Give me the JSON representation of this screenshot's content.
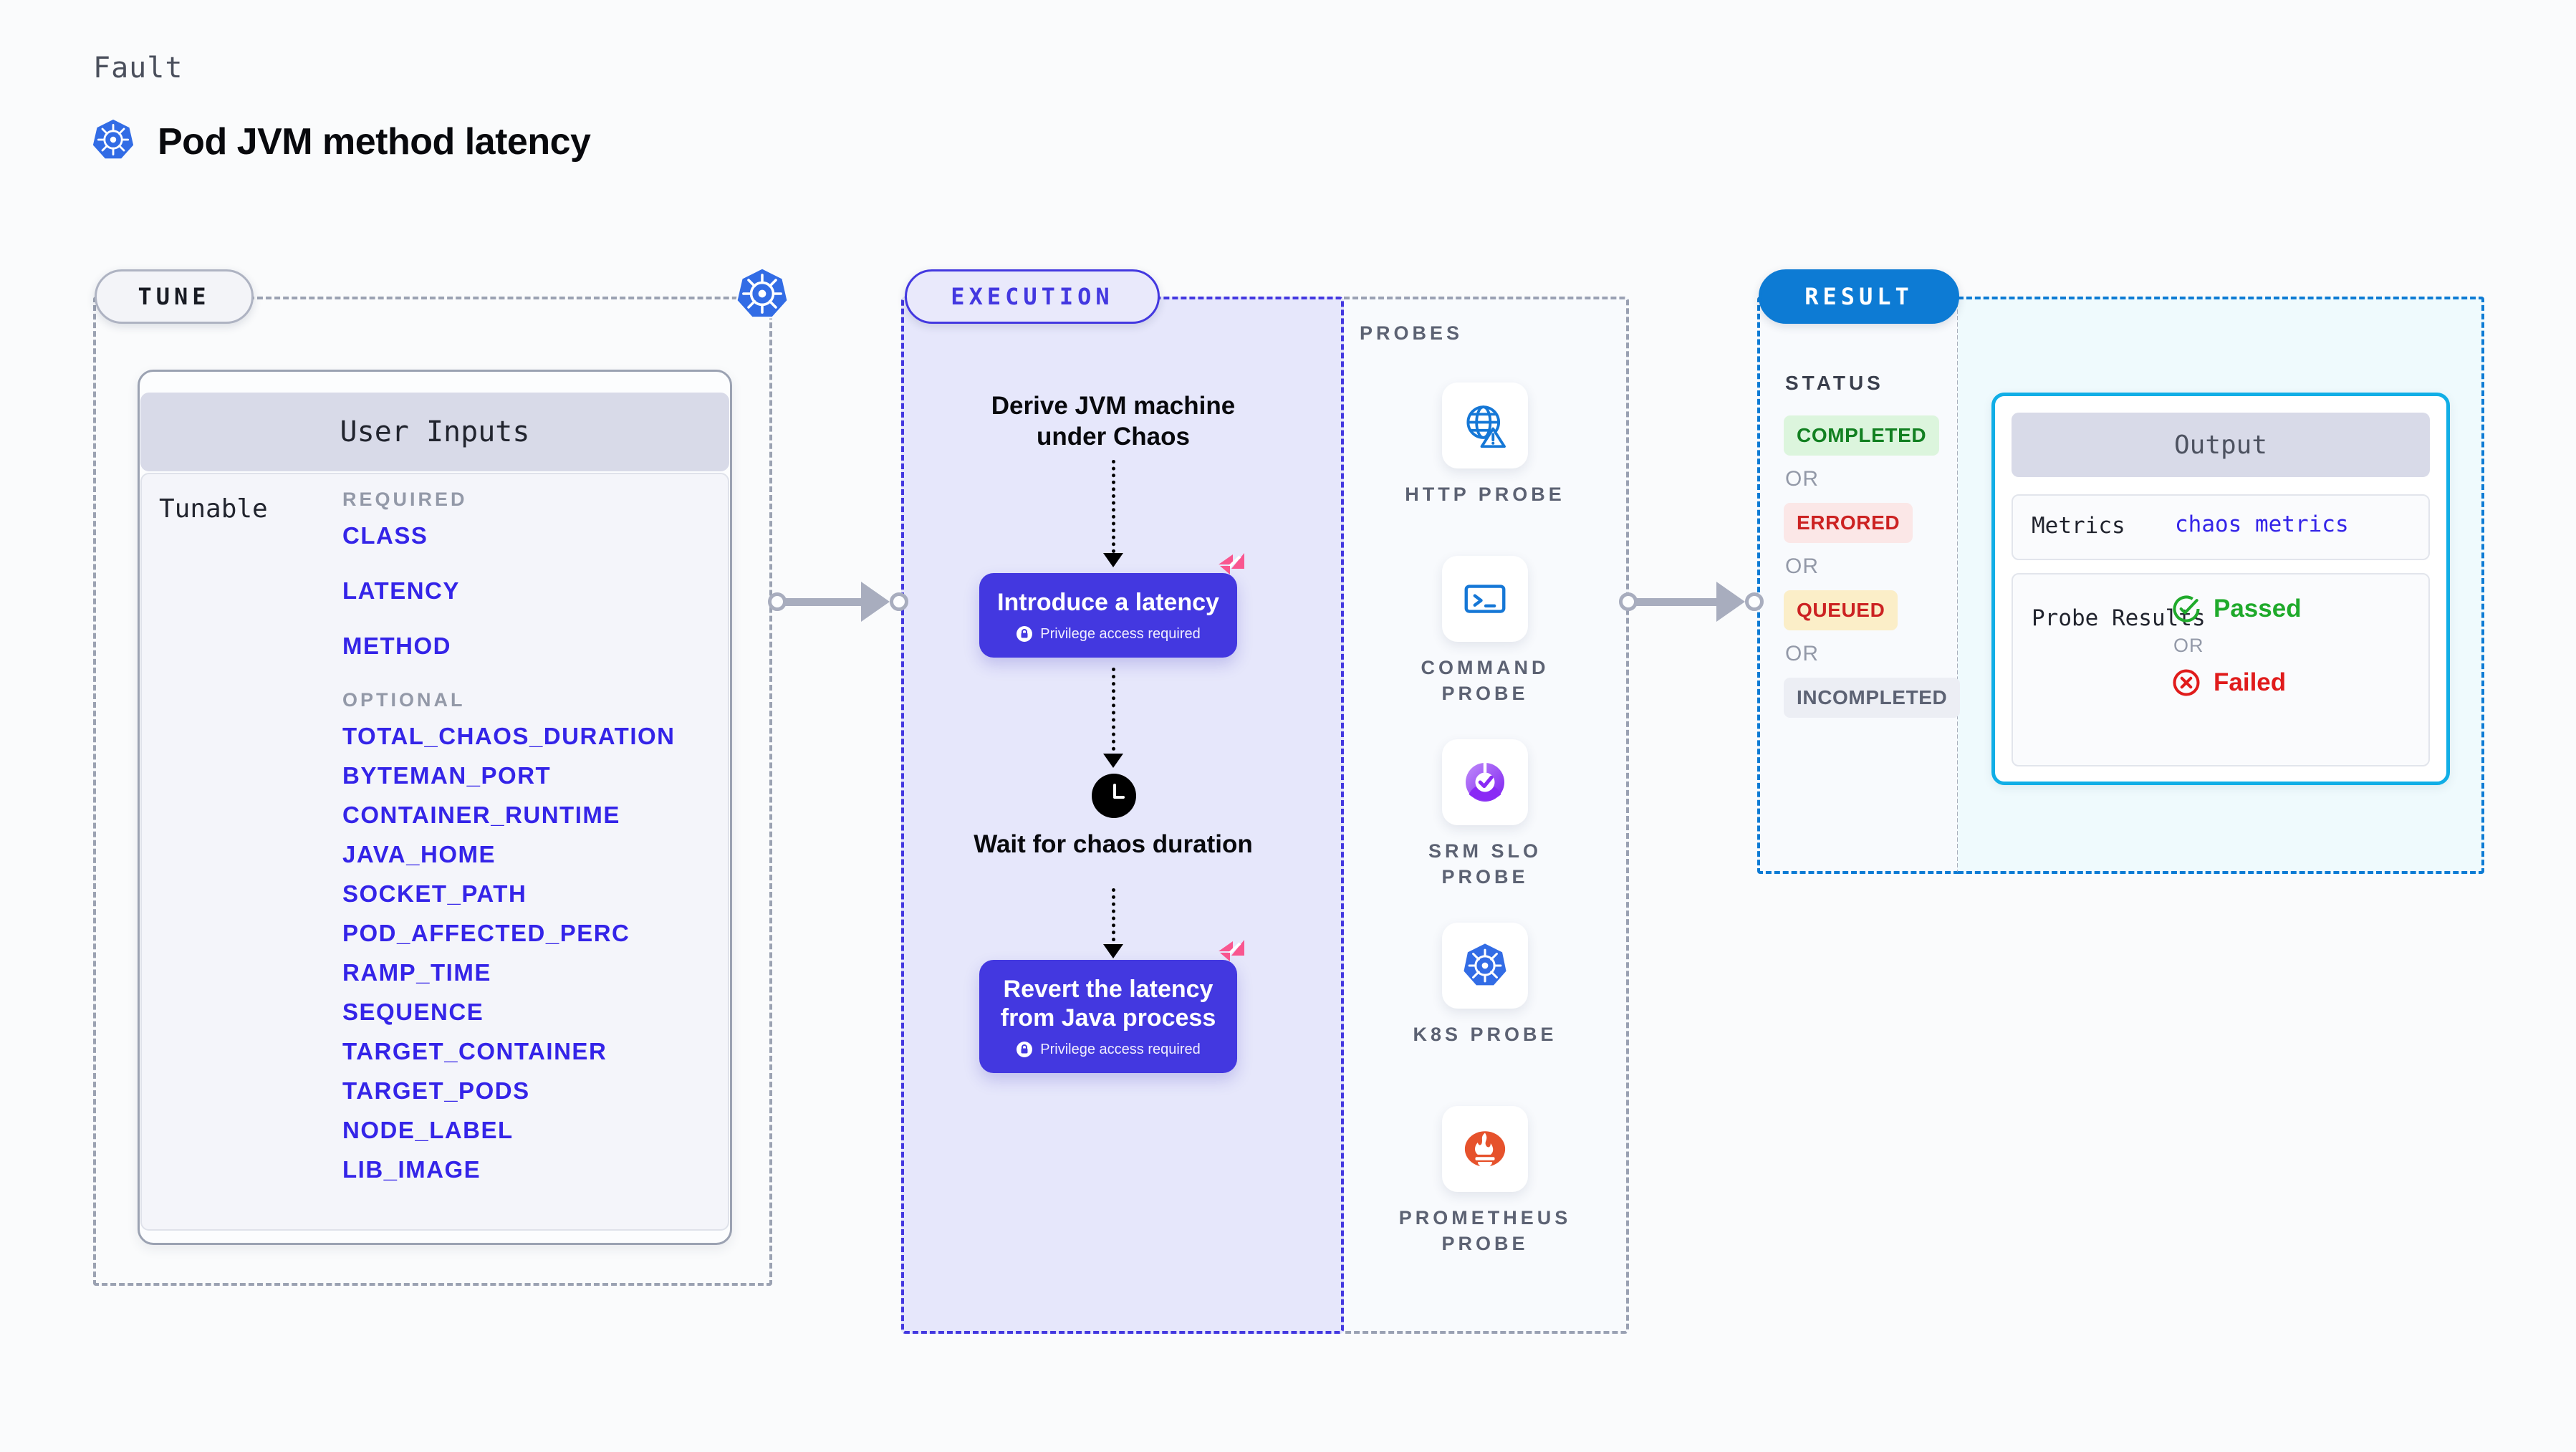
{
  "header": {
    "kicker": "Fault",
    "title": "Pod JVM method latency",
    "logo_icon": "kubernetes-icon"
  },
  "tune": {
    "pill_label": "TUNE",
    "badge_icon": "kubernetes-icon",
    "card_header": "User Inputs",
    "tunable_label": "Tunable",
    "groups": [
      {
        "title": "REQUIRED",
        "items": [
          "CLASS",
          "LATENCY",
          "METHOD"
        ]
      },
      {
        "title": "OPTIONAL",
        "items": [
          "TOTAL_CHAOS_DURATION",
          "BYTEMAN_PORT",
          "CONTAINER_RUNTIME",
          "JAVA_HOME",
          "SOCKET_PATH",
          "POD_AFFECTED_PERC",
          "RAMP_TIME",
          "SEQUENCE",
          "TARGET_CONTAINER",
          "TARGET_PODS",
          "NODE_LABEL",
          "LIB_IMAGE"
        ]
      }
    ]
  },
  "execution": {
    "pill_label": "EXECUTION",
    "step1_text": "Derive JVM machine under Chaos",
    "node1": {
      "title": "Introduce a latency",
      "subtitle": "Privilege access required",
      "lock_icon": "lock-icon",
      "corner_icon": "litmus-logo-icon"
    },
    "wait_text": "Wait for chaos duration",
    "wait_icon": "clock-icon",
    "node2": {
      "title": "Revert the latency from Java process",
      "subtitle": "Privilege access required",
      "lock_icon": "lock-icon",
      "corner_icon": "litmus-logo-icon"
    }
  },
  "probes": {
    "label": "PROBES",
    "items": [
      {
        "name": "HTTP PROBE",
        "icon": "globe-warning-icon"
      },
      {
        "name": "COMMAND PROBE",
        "icon": "terminal-icon"
      },
      {
        "name": "SRM SLO PROBE",
        "icon": "slo-gauge-icon"
      },
      {
        "name": "K8S PROBE",
        "icon": "kubernetes-icon"
      },
      {
        "name": "PROMETHEUS PROBE",
        "icon": "prometheus-icon"
      }
    ]
  },
  "result": {
    "pill_label": "RESULT",
    "status_label": "STATUS",
    "or_label": "OR",
    "statuses": [
      {
        "label": "COMPLETED",
        "color": "#128021",
        "bg": "#dcf5dd"
      },
      {
        "label": "ERRORED",
        "color": "#cc2222",
        "bg": "#fbe7e7"
      },
      {
        "label": "QUEUED",
        "color": "#cc2222",
        "bg": "#fbeec8"
      },
      {
        "label": "INCOMPLETED",
        "color": "#5c6273",
        "bg": "#eceef4"
      }
    ],
    "output": {
      "header": "Output",
      "metrics_key": "Metrics",
      "metrics_value": "chaos metrics",
      "probe_key": "Probe Results",
      "passed_label": "Passed",
      "passed_icon": "check-circle-icon",
      "passed_color": "#1faa2b",
      "or_label": "OR",
      "failed_label": "Failed",
      "failed_icon": "x-circle-icon",
      "failed_color": "#e01b1b"
    }
  },
  "colors": {
    "accent_indigo": "#4338e0",
    "accent_blue": "#0d7bd4",
    "accent_cyan": "#11aee6",
    "param_blue": "#3424e8",
    "litmus_pink": "#f9568f"
  }
}
